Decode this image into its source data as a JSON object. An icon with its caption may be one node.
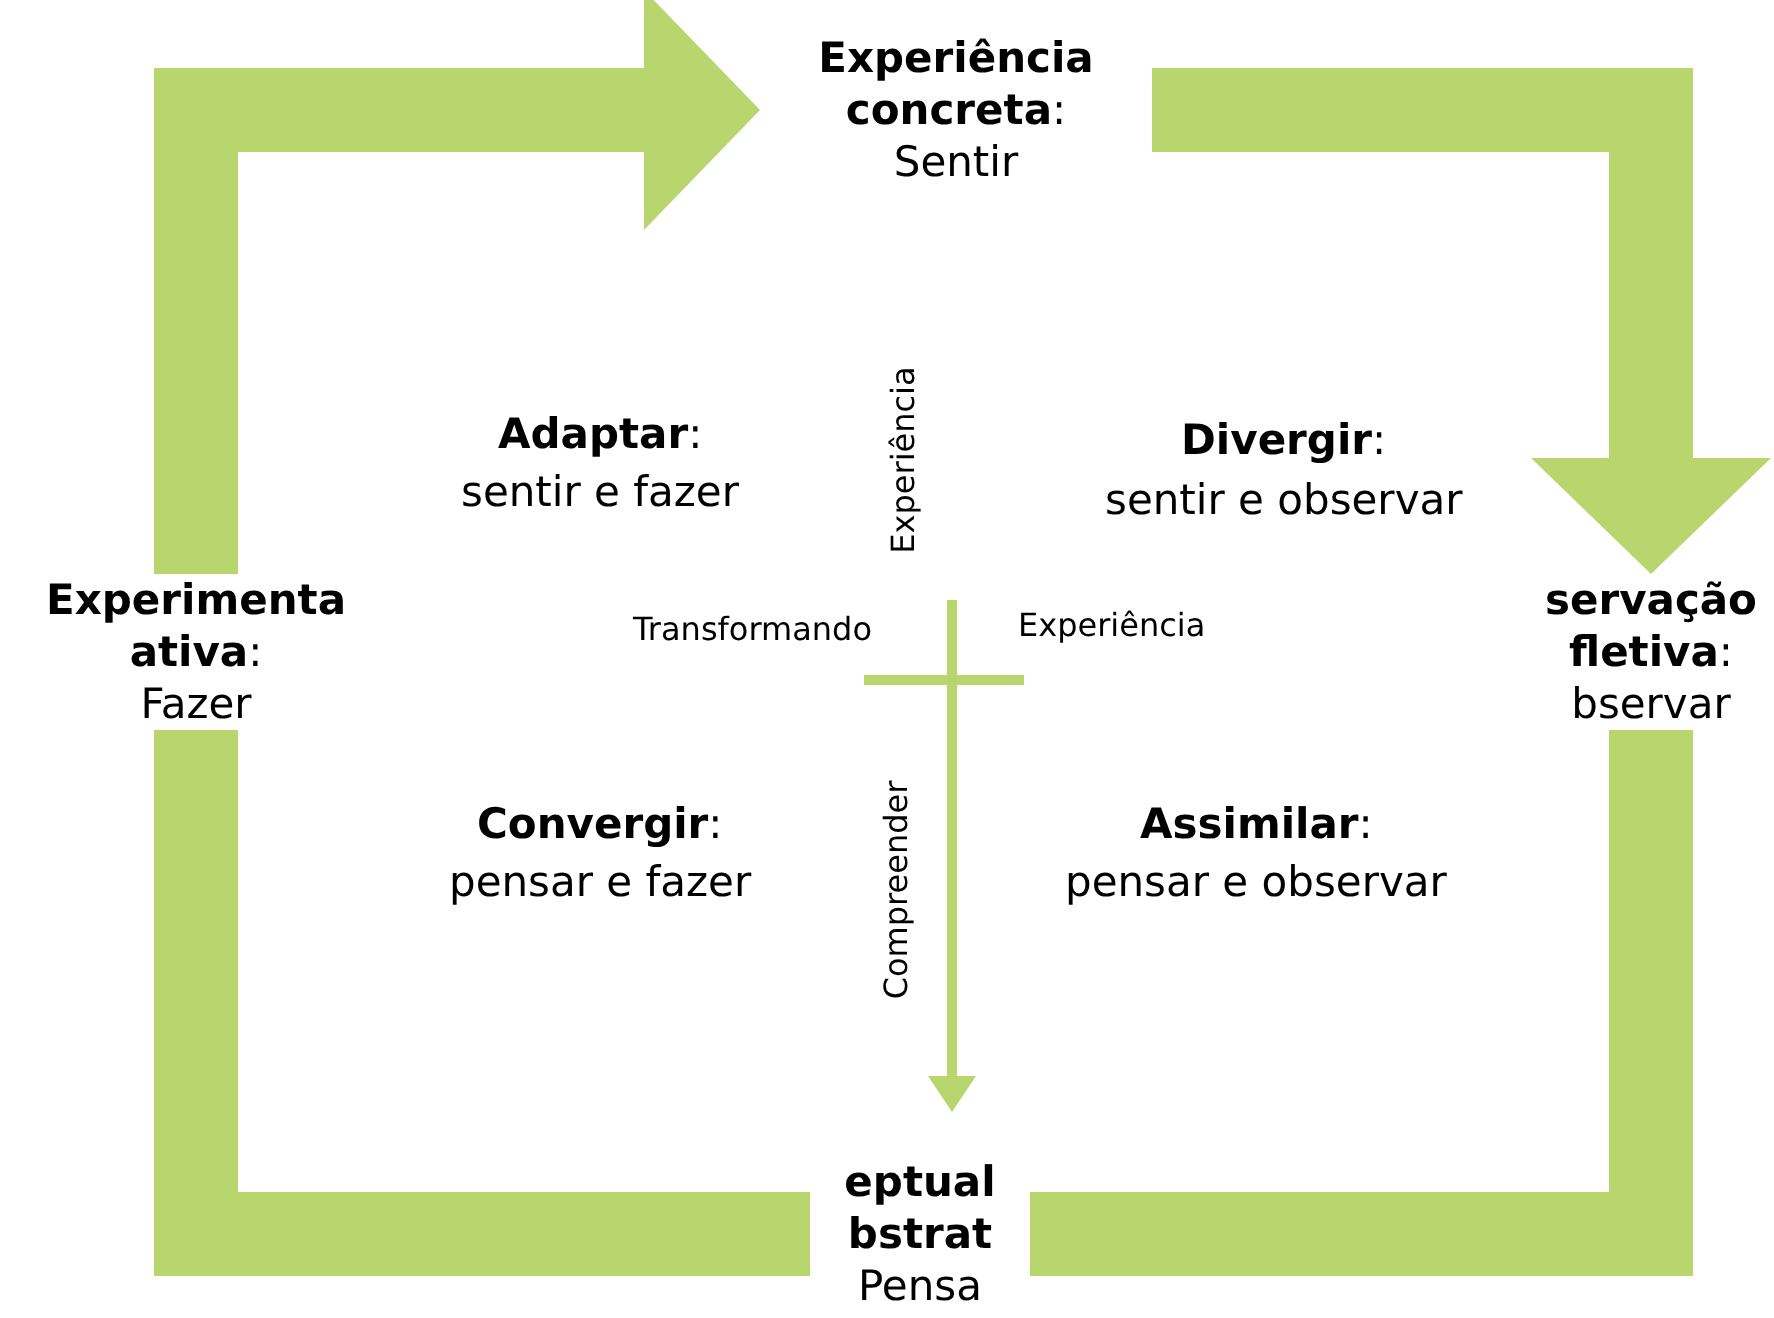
{
  "diagram": {
    "nodes": [
      {
        "text": [
          "**Experiência concreta**:",
          "Sentir"
        ]
      },
      {
        "text": [
          "**servação fletiva**:",
          "bservar"
        ]
      },
      {
        "text": [
          "**eptual bstrat**",
          "Pensa"
        ]
      },
      {
        "text": [
          "**Experimenta ativa**:",
          "Fazer"
        ]
      }
    ],
    "edges": [
      {
        "from": 3,
        "to": 0,
        "arrow": "to"
      },
      {
        "from": 0,
        "to": 1,
        "arrow": "to"
      },
      {
        "from": 1,
        "to": 2,
        "arrow": "none"
      },
      {
        "from": 2,
        "to": 3,
        "arrow": "none"
      }
    ],
    "labels": [
      "Experiência",
      "**Adaptar**:",
      "sentir e fazer",
      "**Divergir**:",
      "sentir e observar",
      "Transformando",
      "Experiência",
      "**Convergir**:",
      "pensar e fazer",
      "**Assimilar**:",
      "pensar e observar",
      "Compreender"
    ]
  }
}
